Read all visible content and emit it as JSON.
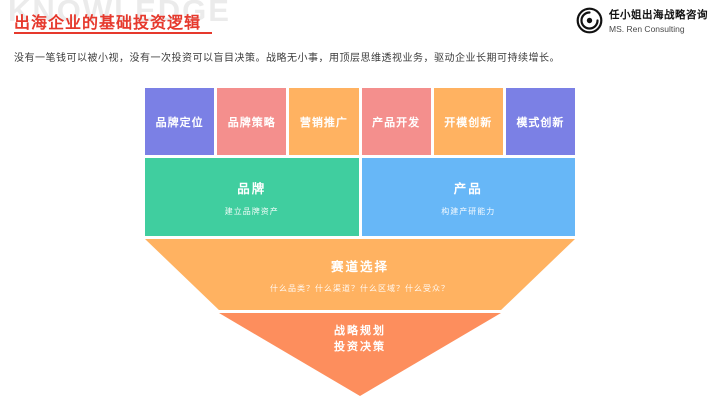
{
  "watermark": "KNOWLEDGE",
  "header": {
    "title": "出海企业的基础投资逻辑",
    "logo": {
      "name_cn": "任小姐出海战略咨询",
      "name_en": "MS. Ren Consulting"
    }
  },
  "intro": "没有一笔钱可以被小视，没有一次投资可以盲目决策。战略无小事，用顶层思维透视业务，驱动企业长期可持续增长。",
  "colors": {
    "title_red": "#E6392D",
    "purple": "#7B80E5",
    "pink": "#F48F8D",
    "orange": "#FFB261",
    "green": "#40CE9F",
    "blue": "#67B7F7",
    "deep_orange": "#FD8E5D"
  },
  "funnel": {
    "top_row": [
      {
        "label": "品牌定位",
        "color": "#7B80E5"
      },
      {
        "label": "品牌策略",
        "color": "#F48F8D"
      },
      {
        "label": "营销推广",
        "color": "#FFB261"
      },
      {
        "label": "产品开发",
        "color": "#F48F8D"
      },
      {
        "label": "开模创新",
        "color": "#FFB261"
      },
      {
        "label": "模式创新",
        "color": "#7B80E5"
      }
    ],
    "mid_row": [
      {
        "label": "品牌",
        "sub": "建立品牌资产",
        "color": "#40CE9F"
      },
      {
        "label": "产品",
        "sub": "构建产研能力",
        "color": "#67B7F7"
      }
    ],
    "track": {
      "label": "赛道选择",
      "sub": "什么品类？什么渠道？什么区域？什么受众？",
      "color": "#FFB261"
    },
    "base": {
      "line1": "战略规划",
      "line2": "投资决策",
      "color": "#FD8E5D"
    }
  }
}
